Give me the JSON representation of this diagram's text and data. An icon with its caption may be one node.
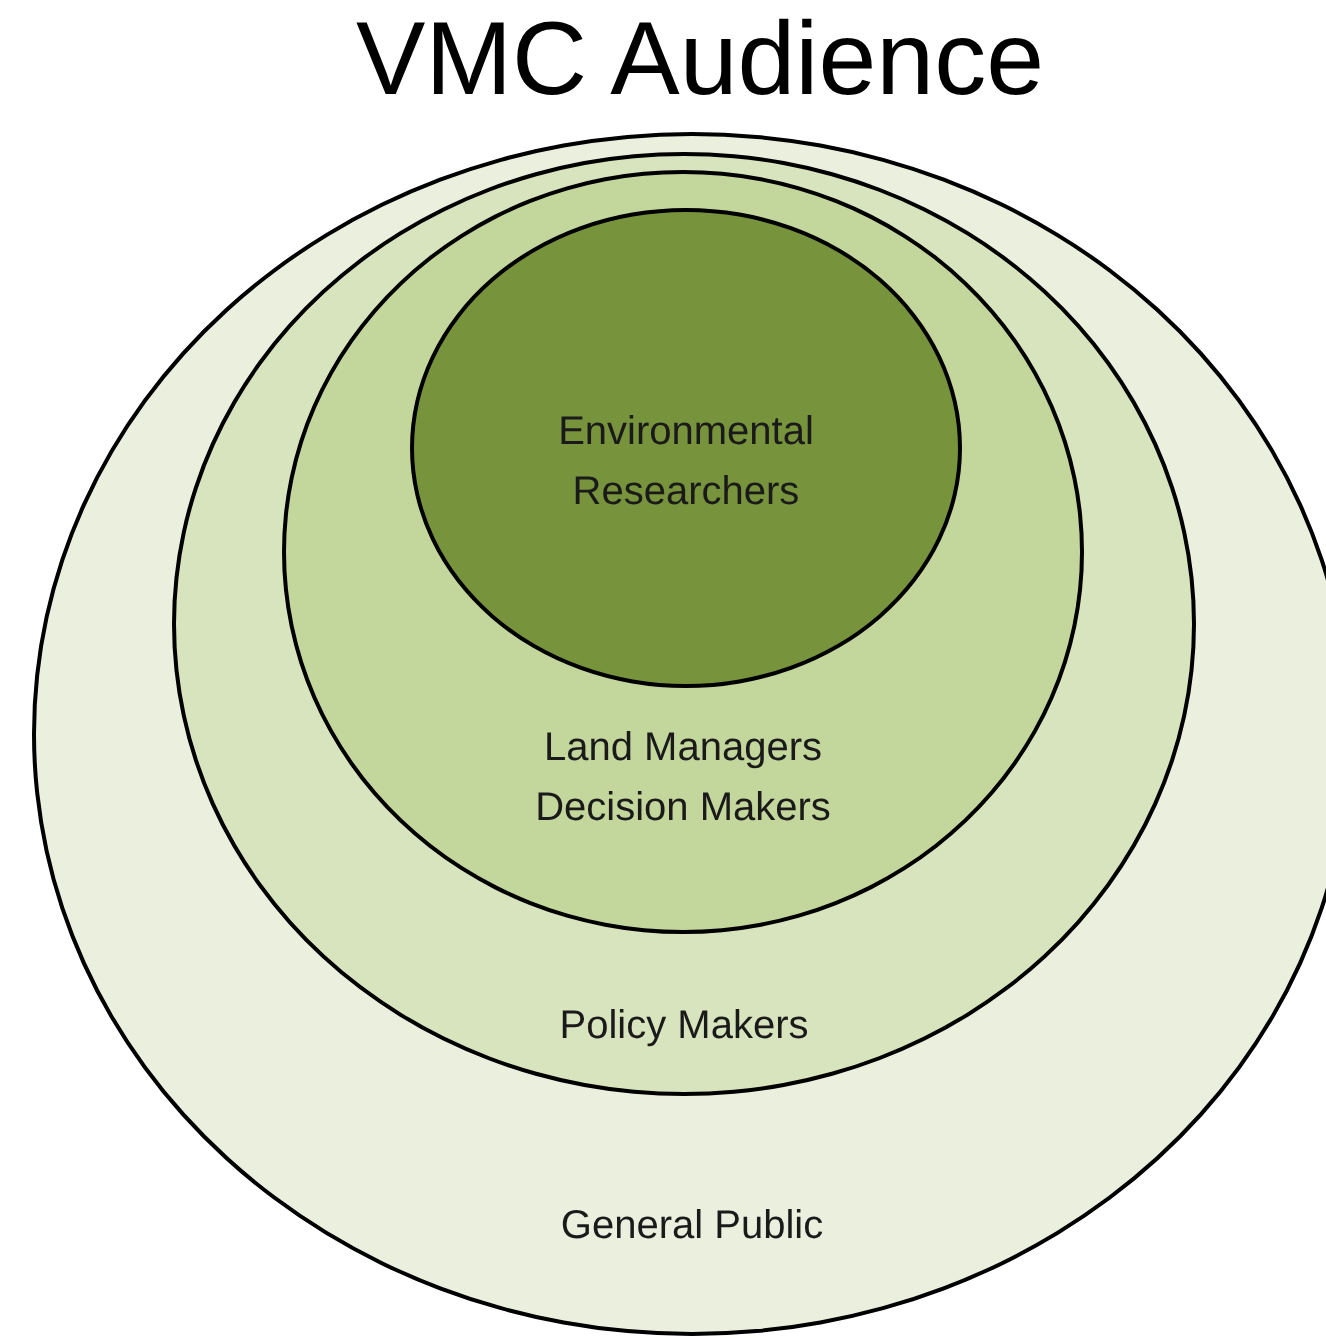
{
  "diagram": {
    "title": "VMC Audience",
    "nodes": [
      {
        "text": [
          "General Public"
        ]
      },
      {
        "text": [
          "Policy Makers"
        ],
        "in": 0
      },
      {
        "text": [
          "Land Managers Decision Makers"
        ],
        "in": 1
      },
      {
        "text": [
          "Environmental Researchers"
        ],
        "in": 2
      }
    ]
  }
}
